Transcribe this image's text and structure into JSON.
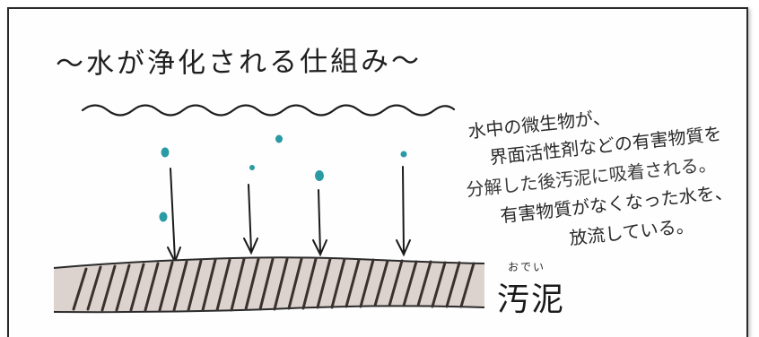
{
  "title": "〜水が浄化される仕組み〜",
  "explanation_lines": [
    "水中の微生物が、",
    "界面活性剤などの有害物質を",
    "分解した後汚泥に吸着される。",
    "有害物質がなくなった水を、",
    "放流している。"
  ],
  "sludge": {
    "reading": "おでい",
    "label": "汚泥"
  },
  "colors": {
    "ink": "#1f1f1f",
    "droplet": "#2a9aa4",
    "sludge_fill": "#dcd3cf"
  }
}
